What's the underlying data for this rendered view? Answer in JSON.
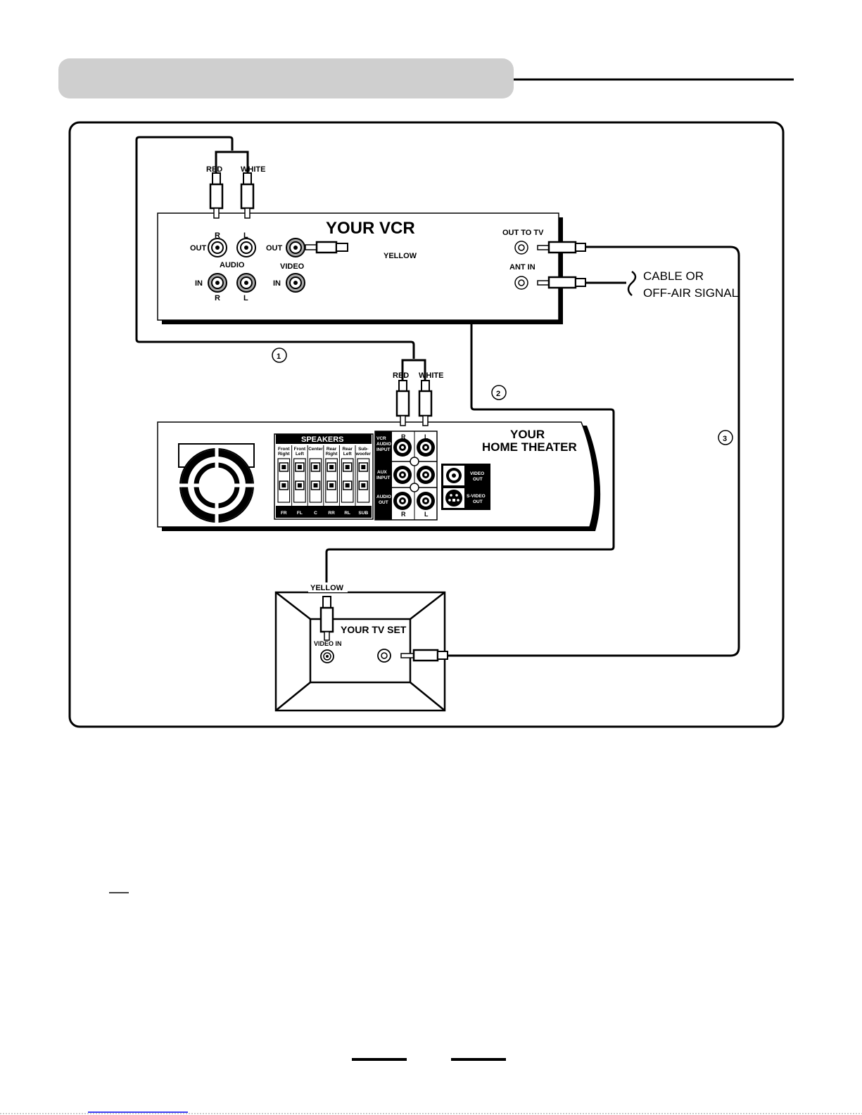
{
  "vcr": {
    "title": "YOUR VCR",
    "audio_label": "AUDIO",
    "video_label": "VIDEO",
    "out_label": "OUT",
    "in_label": "IN",
    "r_label": "R",
    "l_label": "L",
    "out_to_tv": "OUT TO TV",
    "ant_in": "ANT IN"
  },
  "signal": {
    "line1": "CABLE OR",
    "line2": "OFF-AIR SIGNAL"
  },
  "cables": {
    "red": "RED",
    "white": "WHITE",
    "yellow": "YELLOW"
  },
  "steps": [
    "1",
    "2",
    "3"
  ],
  "home_theater": {
    "line1": "YOUR",
    "line2": "HOME THEATER",
    "speakers_title": "SPEAKERS",
    "speaker_headers": [
      [
        "Front",
        "Right"
      ],
      [
        "Front",
        "Left"
      ],
      [
        "Center",
        ""
      ],
      [
        "Rear",
        "Right"
      ],
      [
        "Rear",
        "Left"
      ],
      [
        "Sub-",
        "woofer"
      ]
    ],
    "speaker_codes": [
      "FR",
      "FL",
      "C",
      "RR",
      "RL",
      "SUB"
    ],
    "vcr_audio_input": [
      "VCR",
      "AUDIO",
      "INPUT"
    ],
    "aux_input": [
      "AUX",
      "INPUT"
    ],
    "audio_out": [
      "AUDIO",
      "OUT"
    ],
    "r_label": "R",
    "l_label": "L",
    "video_out": [
      "VIDEO",
      "OUT"
    ],
    "s_video_out": [
      "S-VIDEO",
      "OUT"
    ]
  },
  "tv": {
    "title": "YOUR TV SET",
    "video_in": "VIDEO IN"
  }
}
